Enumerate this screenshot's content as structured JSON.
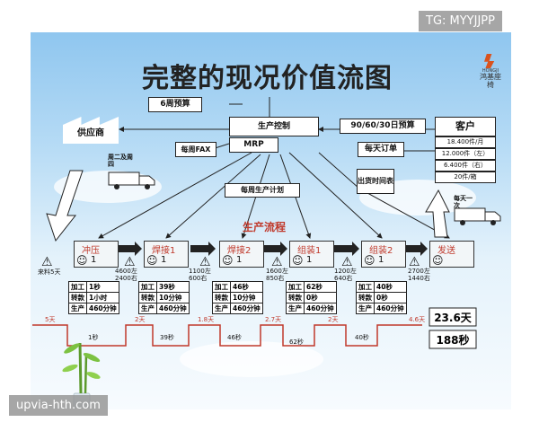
{
  "title": "完整的现况价值流图",
  "logo_text": "鸿基座椅",
  "logo_small": "HONGJI",
  "watermark_top": "TG: MYYJJPP",
  "watermark_bottom": "upvia-hth.com",
  "supplier": "供应商",
  "customer": "客户",
  "customer_demand": [
    "18.400件/月",
    "12.000件（左）",
    "6.400件（右）",
    "20件/箱"
  ],
  "production_control": "生产控制",
  "mrp": "MRP",
  "forecast_6wk": "6周预算",
  "forecast_90": "90/60/30日预算",
  "daily_order": "每天订单",
  "weekly_fax": "每周FAX",
  "weekly_plan": "每周生产计划",
  "shipping_schedule": "出货时间表",
  "truck_in_label": "周二及周四",
  "truck_out_label": "每天一次",
  "flow_title": "生产流程",
  "processes": [
    {
      "name": "冲压",
      "ops": "1"
    },
    {
      "name": "焊接1",
      "ops": "1"
    },
    {
      "name": "焊接2",
      "ops": "1"
    },
    {
      "name": "组装1",
      "ops": "1"
    },
    {
      "name": "组装2",
      "ops": "1"
    },
    {
      "name": "发送",
      "ops": ""
    }
  ],
  "inventories": [
    {
      "label": "来料5天"
    },
    {
      "label": "4600左 2400右"
    },
    {
      "label": "1100左 600右"
    },
    {
      "label": "1600左 850右"
    },
    {
      "label": "1200左 640右"
    },
    {
      "label": "2700左 1440右"
    }
  ],
  "data_tables": [
    {
      "rows": [
        [
          "加工",
          "1秒"
        ],
        [
          "转款",
          "1小时"
        ],
        [
          "生产",
          "460分钟"
        ]
      ]
    },
    {
      "rows": [
        [
          "加工",
          "39秒"
        ],
        [
          "转款",
          "10分钟"
        ],
        [
          "生产",
          "460分钟"
        ]
      ]
    },
    {
      "rows": [
        [
          "加工",
          "46秒"
        ],
        [
          "转款",
          "10分钟"
        ],
        [
          "生产",
          "460分钟"
        ]
      ]
    },
    {
      "rows": [
        [
          "加工",
          "62秒"
        ],
        [
          "转款",
          "0秒"
        ],
        [
          "生产",
          "460分钟"
        ]
      ]
    },
    {
      "rows": [
        [
          "加工",
          "40秒"
        ],
        [
          "转款",
          "0秒"
        ],
        [
          "生产",
          "460分钟"
        ]
      ]
    }
  ],
  "timeline_days": [
    "5天",
    "2天",
    "1.8天",
    "2.7天",
    "2天",
    "4.6天"
  ],
  "timeline_secs": [
    "1秒",
    "39秒",
    "46秒",
    "62秒",
    "40秒"
  ],
  "total_days": "23.6天",
  "total_secs": "188秒",
  "colors": {
    "accent_red": "#c0392b",
    "sky_top": "#8fc6ef",
    "line": "#222222"
  }
}
